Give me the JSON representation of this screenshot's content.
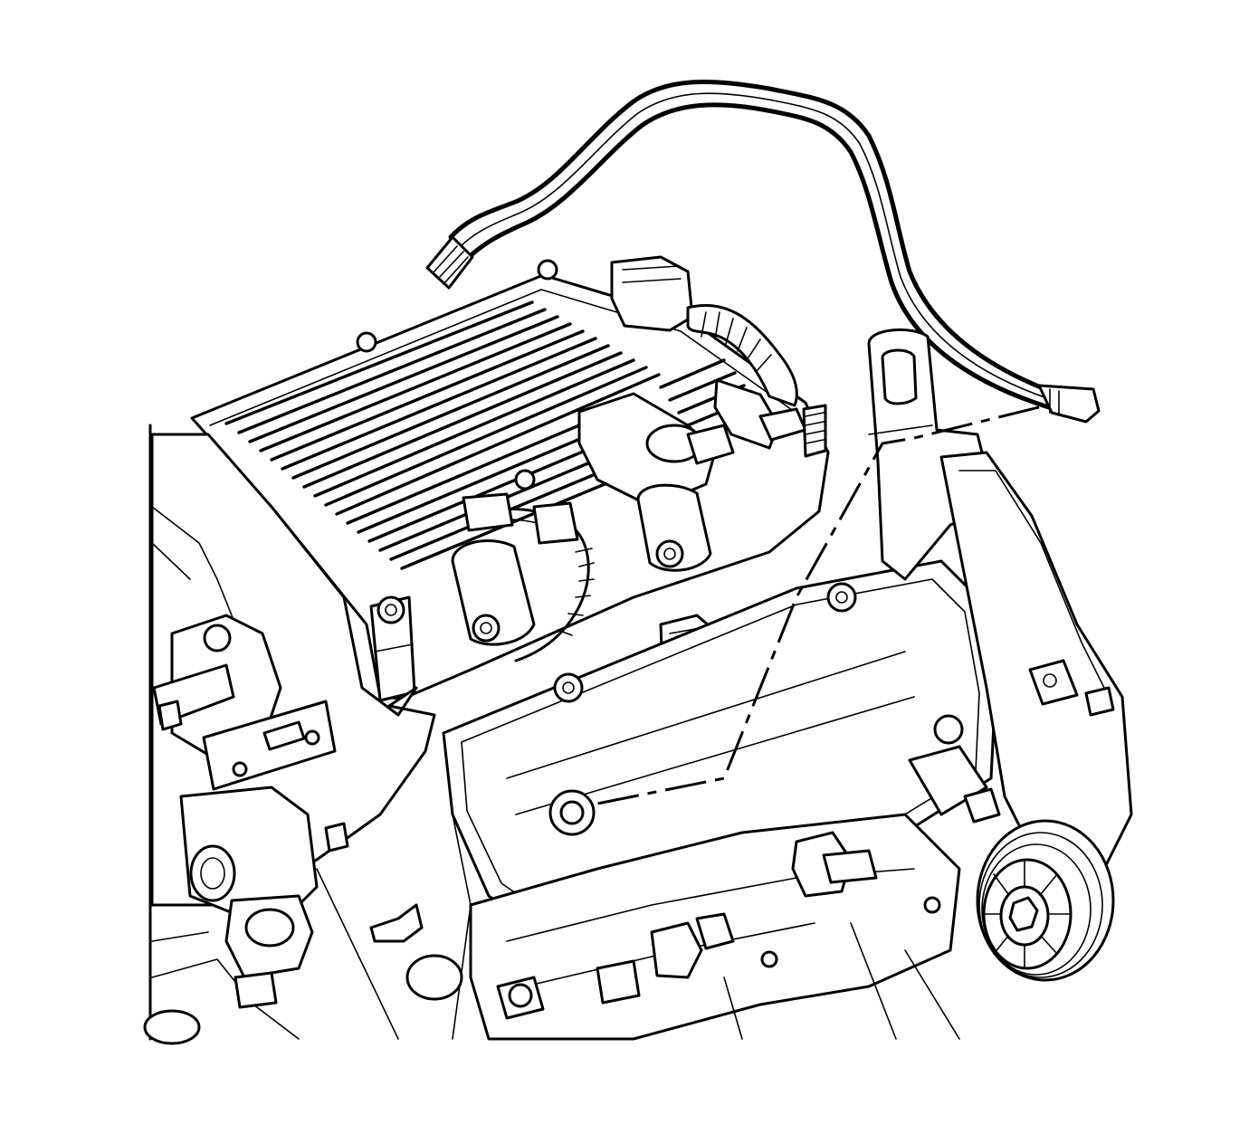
{
  "diagram": {
    "background": "#ffffff",
    "ink": "#000000",
    "components": [
      {
        "name": "pcv-hose"
      },
      {
        "name": "intake-manifold-cover"
      },
      {
        "name": "valve-cover"
      },
      {
        "name": "engine-lift-bracket"
      },
      {
        "name": "accessory-pulley"
      },
      {
        "name": "wiring-harness"
      },
      {
        "name": "sensor-connector"
      }
    ]
  }
}
